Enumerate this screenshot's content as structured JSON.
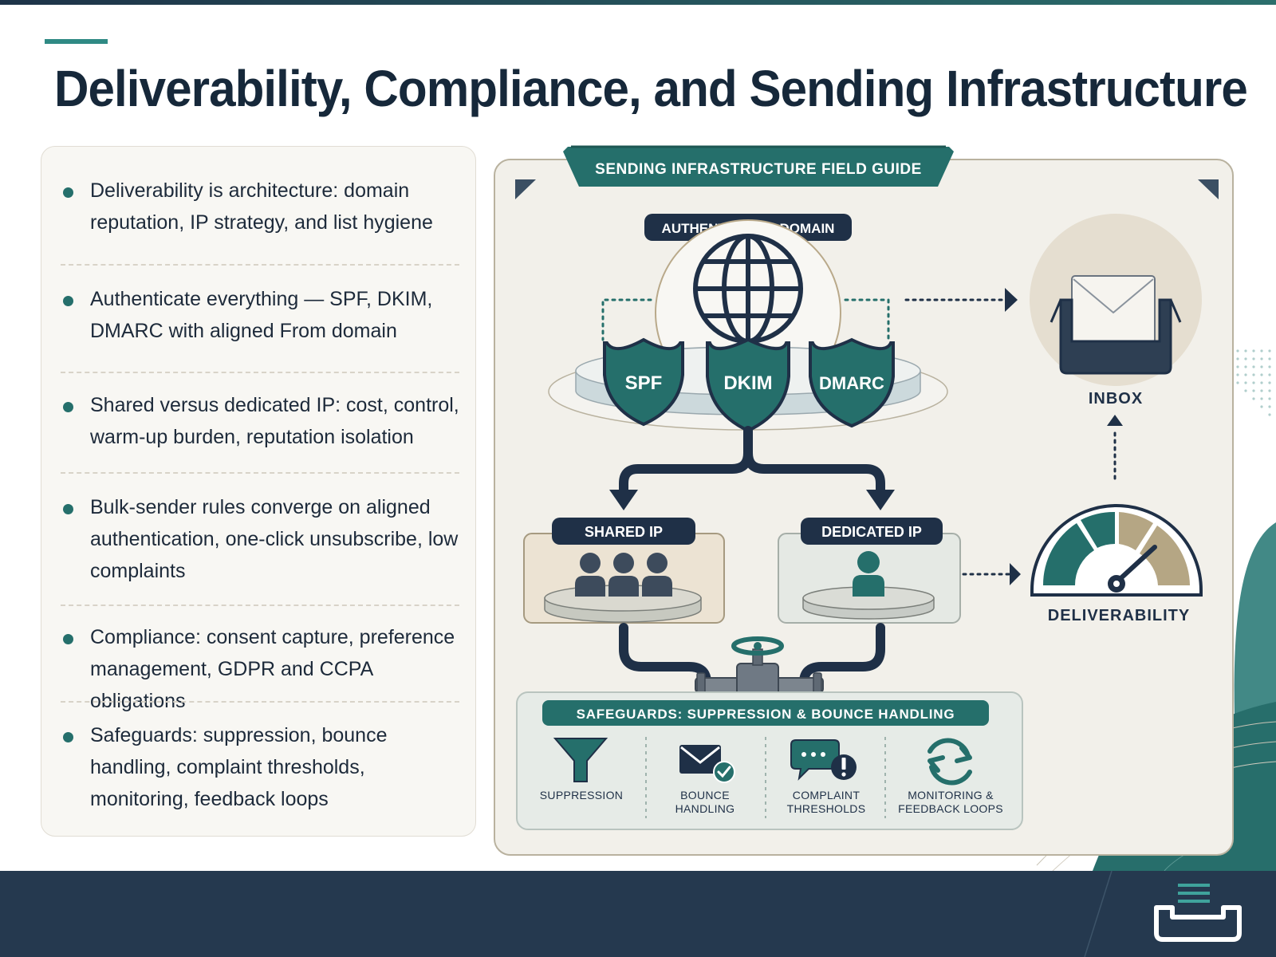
{
  "title": "Deliverability, Compliance, and Sending Infrastructure",
  "bullets": [
    "Deliverability is architecture: domain reputation, IP strategy, and list hygiene",
    "Authenticate everything — SPF, DKIM, DMARC with aligned From domain",
    "Shared versus dedicated IP: cost, control, warm-up burden, reputation isolation",
    "Bulk-sender rules converge on aligned authentication, one-click unsubscribe, low complaints",
    "Compliance: consent capture, preference management, GDPR and CCPA obligations",
    "Safeguards: suppression, bounce handling, complaint thresholds, monitoring, feedback loops"
  ],
  "diagram": {
    "banner": "SENDING INFRASTRUCTURE FIELD GUIDE",
    "domain_label": "AUTHENTICATED DOMAIN",
    "shields": [
      "SPF",
      "DKIM",
      "DMARC"
    ],
    "shared_ip": "SHARED IP",
    "dedicated_ip": "DEDICATED IP",
    "inbox_label": "INBOX",
    "deliverability_label": "DELIVERABILITY",
    "safeguards_title": "SAFEGUARDS: SUPPRESSION & BOUNCE HANDLING",
    "safeguards": [
      {
        "icon": "funnel-icon",
        "lines": [
          "SUPPRESSION"
        ]
      },
      {
        "icon": "envelope-check-icon",
        "lines": [
          "BOUNCE",
          "HANDLING"
        ]
      },
      {
        "icon": "chat-alert-icon",
        "lines": [
          "COMPLAINT",
          "THRESHOLDS"
        ]
      },
      {
        "icon": "refresh-icon",
        "lines": [
          "MONITORING &",
          "FEEDBACK LOOPS"
        ]
      }
    ]
  },
  "colors": {
    "navy": "#1f3047",
    "teal": "#267570",
    "tan": "#b5a684",
    "panel": "#f2f0ea"
  }
}
